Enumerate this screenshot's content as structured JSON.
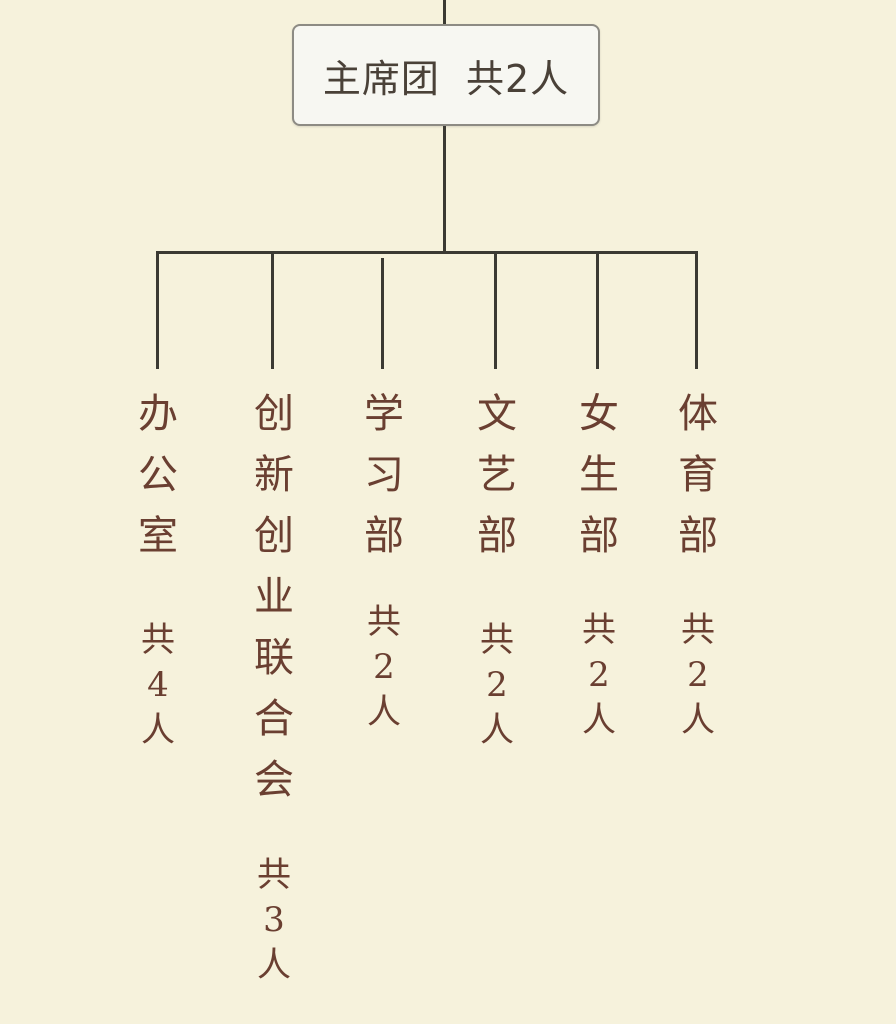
{
  "root": {
    "label": "主席团  共2人"
  },
  "departments": [
    {
      "name": "办公室",
      "count": "共4人"
    },
    {
      "name": "创新创业联合会",
      "count": "共3人"
    },
    {
      "name": "学习部",
      "count": "共2人"
    },
    {
      "name": "文艺部",
      "count": "共2人"
    },
    {
      "name": "女生部",
      "count": "共2人"
    },
    {
      "name": "体育部",
      "count": "共2人"
    }
  ]
}
